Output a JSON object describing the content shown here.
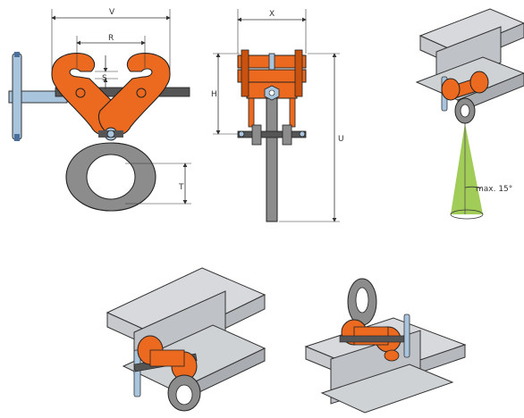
{
  "labels": {
    "dim_v": "V",
    "dim_r": "R",
    "dim_s": "S",
    "dim_t": "T",
    "dim_x": "X",
    "dim_h": "H",
    "dim_u": "U",
    "angle": "max. 15°"
  },
  "colors": {
    "clamp_orange": "#ec6a1f",
    "clamp_dark": "#c9530e",
    "ring_grey": "#8c8c8c",
    "steel_beam": "#c7c9cc",
    "spindle_blue": "#a9c4dd",
    "angle_green": "#8fc33a"
  }
}
